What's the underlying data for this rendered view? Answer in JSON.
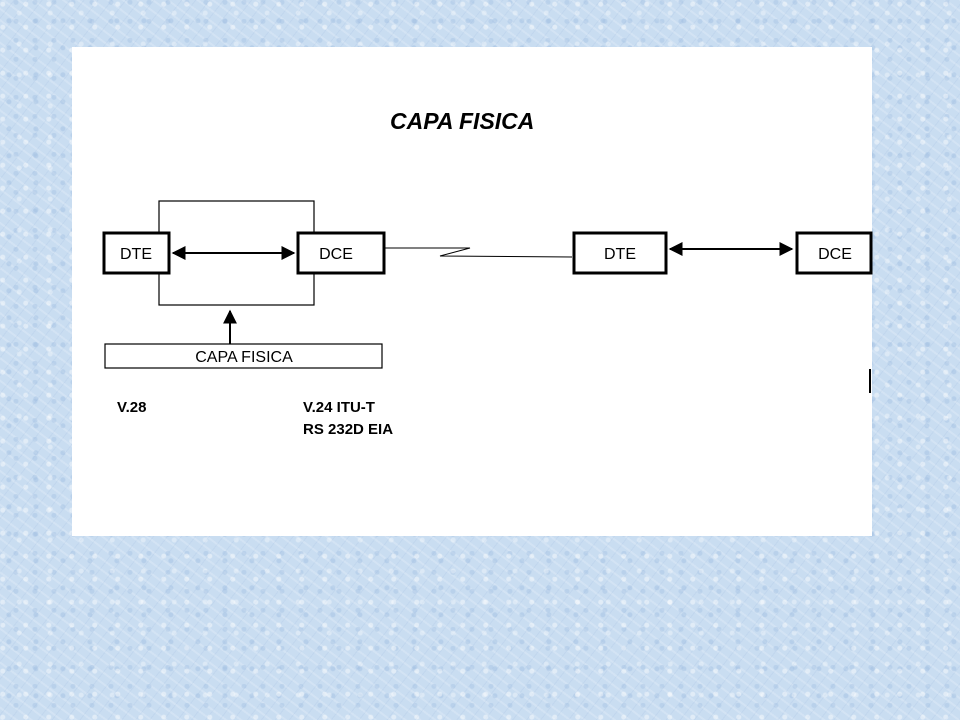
{
  "title": "CAPA FISICA",
  "left_group": {
    "dte_label": "DTE",
    "dce_label": "DCE",
    "layer_bar_label": "CAPA FISICA"
  },
  "right_group": {
    "dte_label": "DTE",
    "dce_label": "DCE"
  },
  "standards": {
    "left": "V.28",
    "right_line1": "V.24 ITU-T",
    "right_line2": "RS 232D EIA"
  },
  "colors": {
    "background": "#c9ddf1",
    "panel": "#ffffff",
    "ink": "#000000"
  }
}
